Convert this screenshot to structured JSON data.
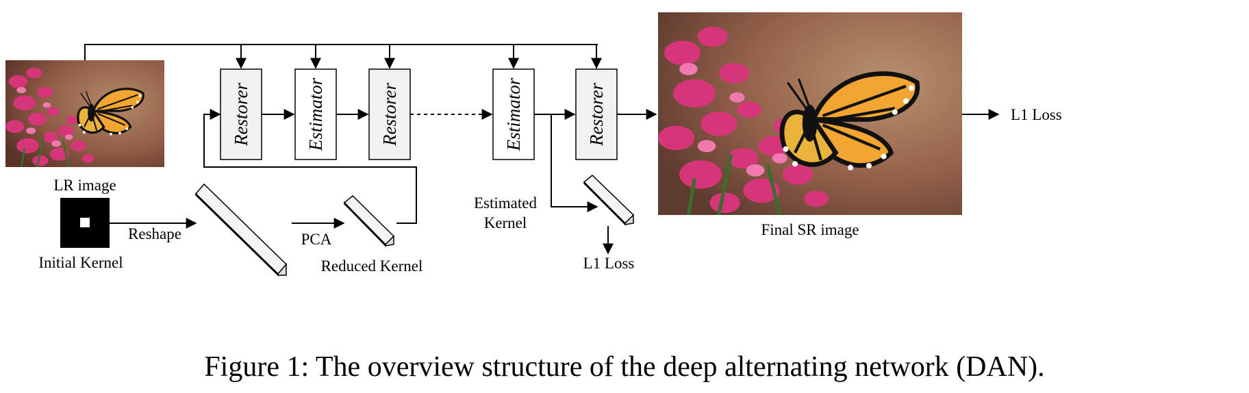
{
  "labels": {
    "lr_image": "LR image",
    "initial_kernel": "Initial Kernel",
    "reshape": "Reshape",
    "pca": "PCA",
    "reduced_kernel": "Reduced Kernel",
    "estimated_kernel_line1": "Estimated",
    "estimated_kernel_line2": "Kernel",
    "final_sr_image": "Final SR image",
    "l1_loss_kernel": "L1 Loss",
    "l1_loss_output": "L1 Loss"
  },
  "blocks": [
    {
      "label": "Restorer",
      "kind": "restorer"
    },
    {
      "label": "Estimator",
      "kind": "estimator"
    },
    {
      "label": "Restorer",
      "kind": "restorer"
    },
    {
      "label": "Estimator",
      "kind": "estimator"
    },
    {
      "label": "Restorer",
      "kind": "restorer"
    }
  ],
  "caption": "Figure 1: The overview structure of the deep alternating network (DAN).",
  "colors": {
    "restorer_fill": "#f2f2f2",
    "estimator_fill": "#ffffff",
    "stroke": "#000000",
    "flower_pink": "#d6357a",
    "butterfly_orange": "#f2a531",
    "background_brown": "#9a6a52"
  }
}
